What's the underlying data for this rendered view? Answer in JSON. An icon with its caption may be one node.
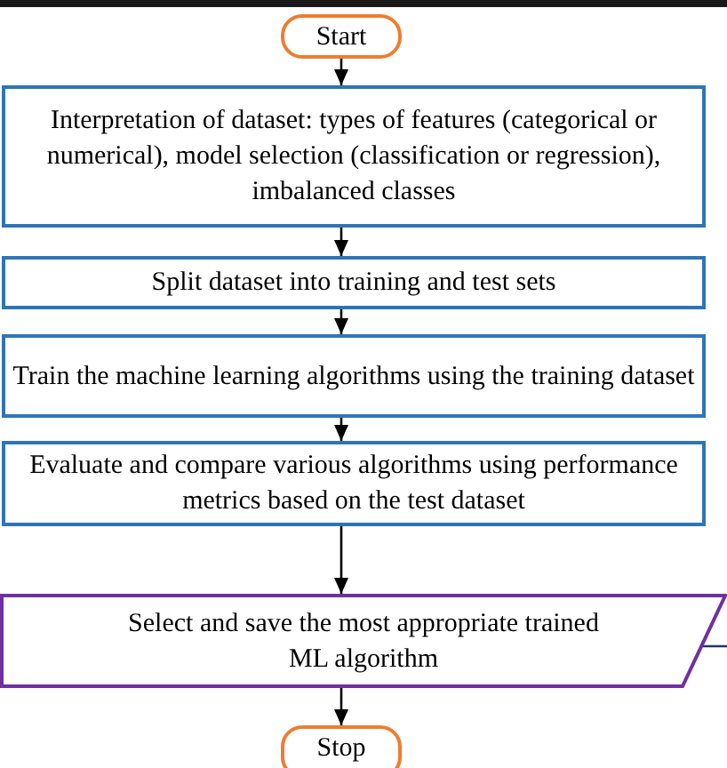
{
  "diagram": {
    "nodes": [
      {
        "text": [
          "Start"
        ]
      },
      {
        "text": [
          "Interpretation of dataset: types of features (categorical or numerical), model selection (classification or regression), imbalanced classes"
        ]
      },
      {
        "text": [
          "Split dataset into training and test sets"
        ]
      },
      {
        "text": [
          "Train the machine learning algorithms using the training dataset"
        ]
      },
      {
        "text": [
          "Evaluate and compare various algorithms using performance metrics based on the test dataset"
        ]
      },
      {
        "text": [
          "Select and save the most appropriate trained ML algorithm"
        ]
      },
      {
        "text": [
          "Stop"
        ]
      }
    ],
    "edges": [
      {
        "from": 0,
        "to": 1,
        "arrow": "to"
      },
      {
        "from": 1,
        "to": 2,
        "arrow": "to"
      },
      {
        "from": 2,
        "to": 3,
        "arrow": "to"
      },
      {
        "from": 3,
        "to": 4,
        "arrow": "to"
      },
      {
        "from": 4,
        "to": 5,
        "arrow": "to"
      },
      {
        "from": 5,
        "to": 6,
        "arrow": "to"
      },
      {
        "from": 5,
        "to": null,
        "arrow": "none",
        "color": "#1f3864"
      }
    ]
  }
}
